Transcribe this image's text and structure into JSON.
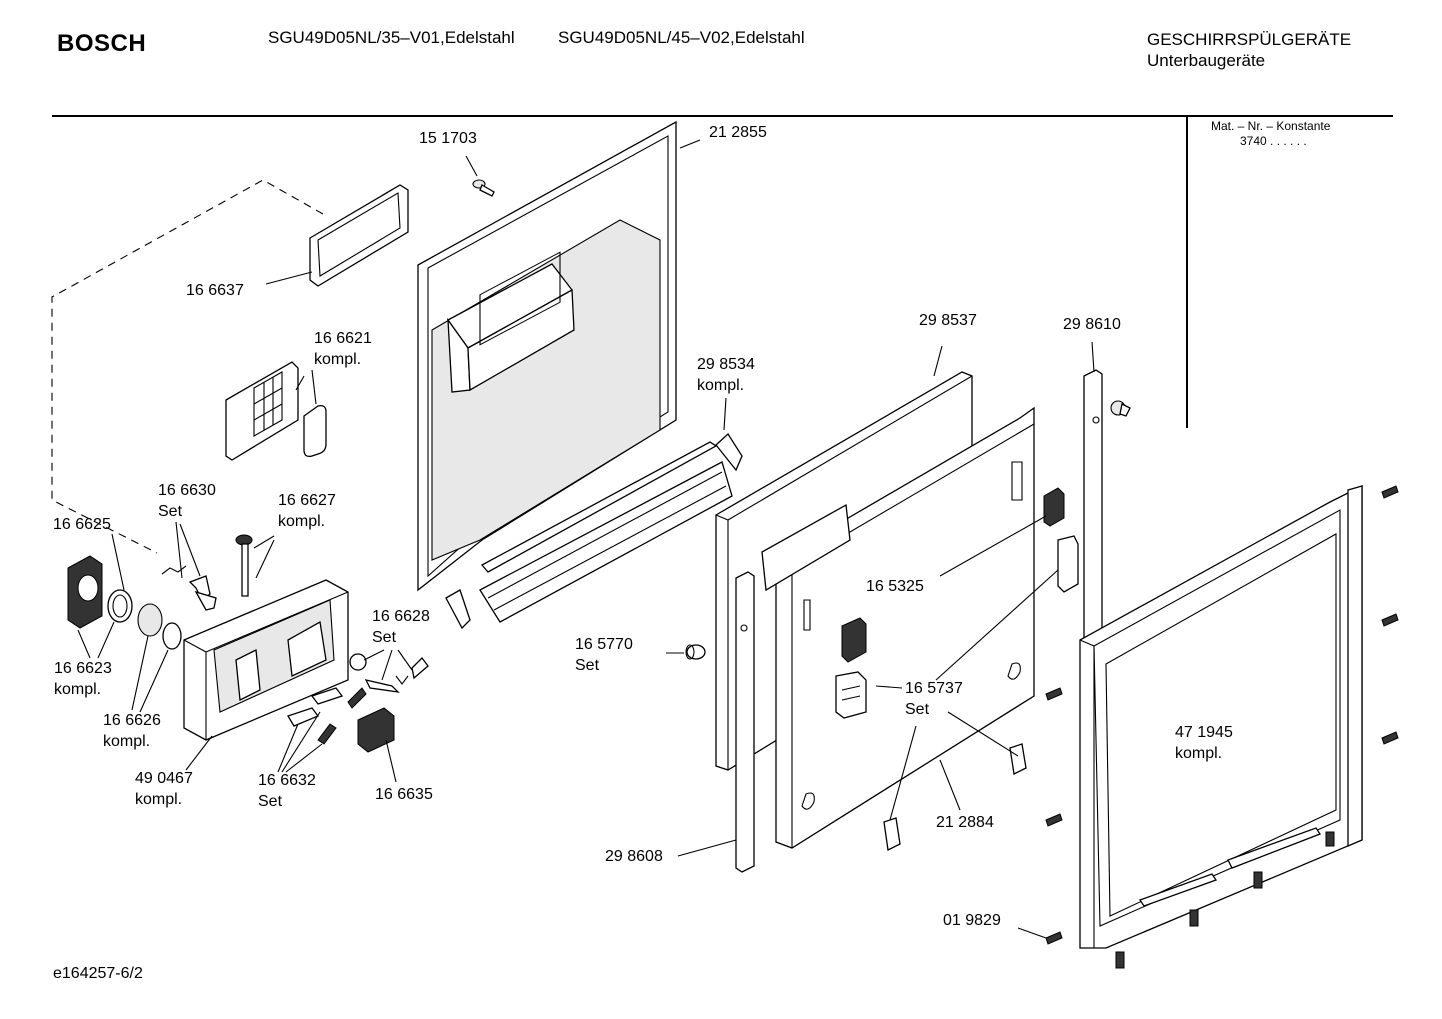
{
  "header": {
    "brand": "BOSCH",
    "model_1": "SGU49D05NL/35–V01,Edelstahl",
    "model_2": "SGU49D05NL/45–V02,Edelstahl",
    "category": "GESCHIRRSPÜLGERÄTE",
    "subcategory": "Unterbaugeräte"
  },
  "mat_nr": {
    "label": "Mat. – Nr. – Konstante",
    "value": "3740 .  .  .  .  .  ."
  },
  "footer": {
    "code": "e164257-6/2"
  },
  "parts": [
    {
      "id": "p151703",
      "number": "15 1703",
      "note": ""
    },
    {
      "id": "p212855",
      "number": "21 2855",
      "note": ""
    },
    {
      "id": "p166637",
      "number": "16 6637",
      "note": ""
    },
    {
      "id": "p166621",
      "number": "16 6621",
      "note": "kompl."
    },
    {
      "id": "p298537",
      "number": "29 8537",
      "note": ""
    },
    {
      "id": "p298610",
      "number": "29 8610",
      "note": ""
    },
    {
      "id": "p298534",
      "number": "29 8534",
      "note": "kompl."
    },
    {
      "id": "p166630",
      "number": "16 6630",
      "note": "Set"
    },
    {
      "id": "p166627",
      "number": "16 6627",
      "note": "kompl."
    },
    {
      "id": "p166625",
      "number": "16 6625",
      "note": ""
    },
    {
      "id": "p165325",
      "number": "16 5325",
      "note": ""
    },
    {
      "id": "p166628",
      "number": "16 6628",
      "note": "Set"
    },
    {
      "id": "p165770",
      "number": "16 5770",
      "note": "Set"
    },
    {
      "id": "p166623",
      "number": "16 6623",
      "note": "kompl."
    },
    {
      "id": "p165737",
      "number": "16 5737",
      "note": "Set"
    },
    {
      "id": "p166626",
      "number": "16 6626",
      "note": "kompl."
    },
    {
      "id": "p471945",
      "number": "47 1945",
      "note": "kompl."
    },
    {
      "id": "p490467",
      "number": "49 0467",
      "note": "kompl."
    },
    {
      "id": "p166632",
      "number": "16 6632",
      "note": "Set"
    },
    {
      "id": "p166635",
      "number": "16 6635",
      "note": ""
    },
    {
      "id": "p212884",
      "number": "21 2884",
      "note": ""
    },
    {
      "id": "p298608",
      "number": "29 8608",
      "note": ""
    },
    {
      "id": "p019829",
      "number": "01 9829",
      "note": ""
    }
  ]
}
